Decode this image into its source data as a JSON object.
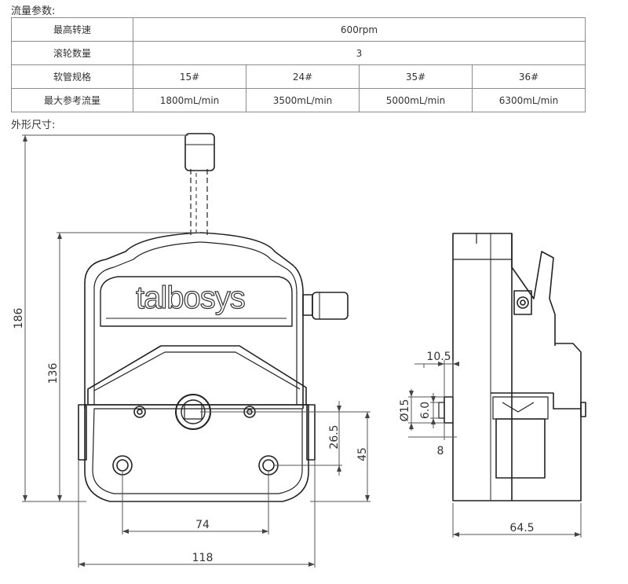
{
  "flow_section": {
    "title": "流量参数:",
    "rows": [
      {
        "label": "最高转速",
        "values": [
          "600rpm"
        ]
      },
      {
        "label": "滚轮数量",
        "values": [
          "3"
        ]
      },
      {
        "label": "软管规格",
        "values": [
          "15#",
          "24#",
          "35#",
          "36#"
        ]
      },
      {
        "label": "最大参考流量",
        "values": [
          "1800mL/min",
          "3500mL/min",
          "5000mL/min",
          "6300mL/min"
        ]
      }
    ]
  },
  "dimension_section": {
    "title": "外形尺寸:",
    "logo_text": "talbosys",
    "front_view": {
      "overall_height": "186",
      "body_height": "136",
      "mount_vertical_spacing": "26.5",
      "mount_bottom_height": "45",
      "mount_horizontal_spacing": "74",
      "overall_width": "118"
    },
    "side_view": {
      "shaft_length": "10.5",
      "shaft_diameter": "Ø15",
      "flat_width": "6.0",
      "offset": "8",
      "depth": "64.5"
    }
  }
}
